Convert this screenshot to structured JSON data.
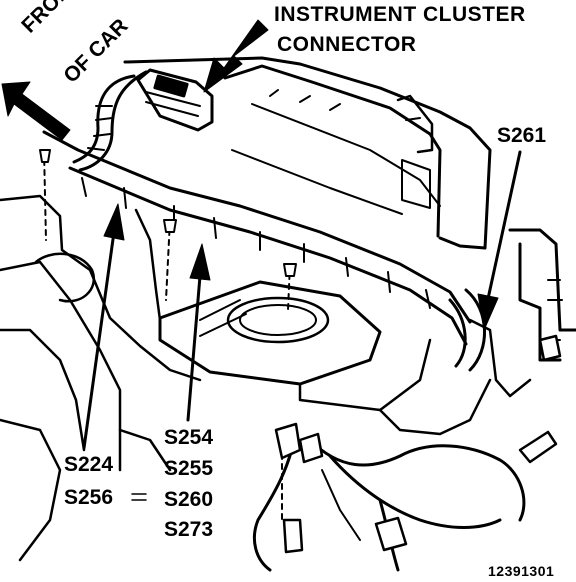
{
  "labels": {
    "cluster_line1": "INSTRUMENT CLUSTER",
    "cluster_line2": "CONNECTOR",
    "front_line1": "FRONT",
    "front_line2": "OF CAR",
    "s261": "S261",
    "left_group": [
      "S224",
      "S256"
    ],
    "center_group": [
      "S254",
      "S255",
      "S260",
      "S273"
    ],
    "figure_number": "12391301"
  },
  "colors": {
    "ink": "#000000",
    "paper": "#ffffff"
  }
}
